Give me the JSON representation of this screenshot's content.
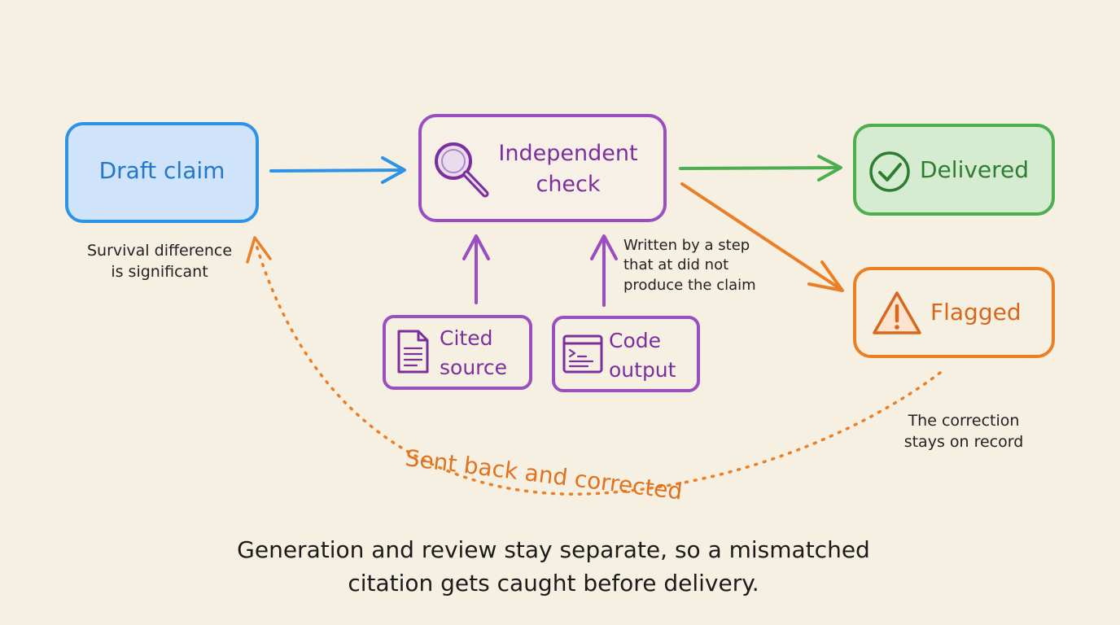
{
  "nodes": {
    "draft": {
      "label": "Draft claim"
    },
    "check": {
      "label": "Independent\ncheck",
      "icon": "magnifier-icon"
    },
    "delivered": {
      "label": "Delivered",
      "icon": "check-circle-icon"
    },
    "flagged": {
      "label": "Flagged",
      "icon": "warning-triangle-icon"
    },
    "cited": {
      "label": "Cited\nsource",
      "icon": "document-icon"
    },
    "code": {
      "label": "Code\noutput",
      "icon": "code-window-icon"
    }
  },
  "notes": {
    "survival": "Survival difference\nis significant",
    "written": "Written by a step\nthat at did not\nproduce the claim",
    "correction": "The correction\nstays on record"
  },
  "loop_label": "Sent back and corrected",
  "caption": "Generation and review stay separate, so a mismatched\ncitation gets caught before delivery.",
  "colors": {
    "blue": "#2d93e6",
    "purple": "#9b4ec0",
    "green": "#4cae4f",
    "orange": "#ea7f26",
    "background": "#f6f0e3"
  }
}
